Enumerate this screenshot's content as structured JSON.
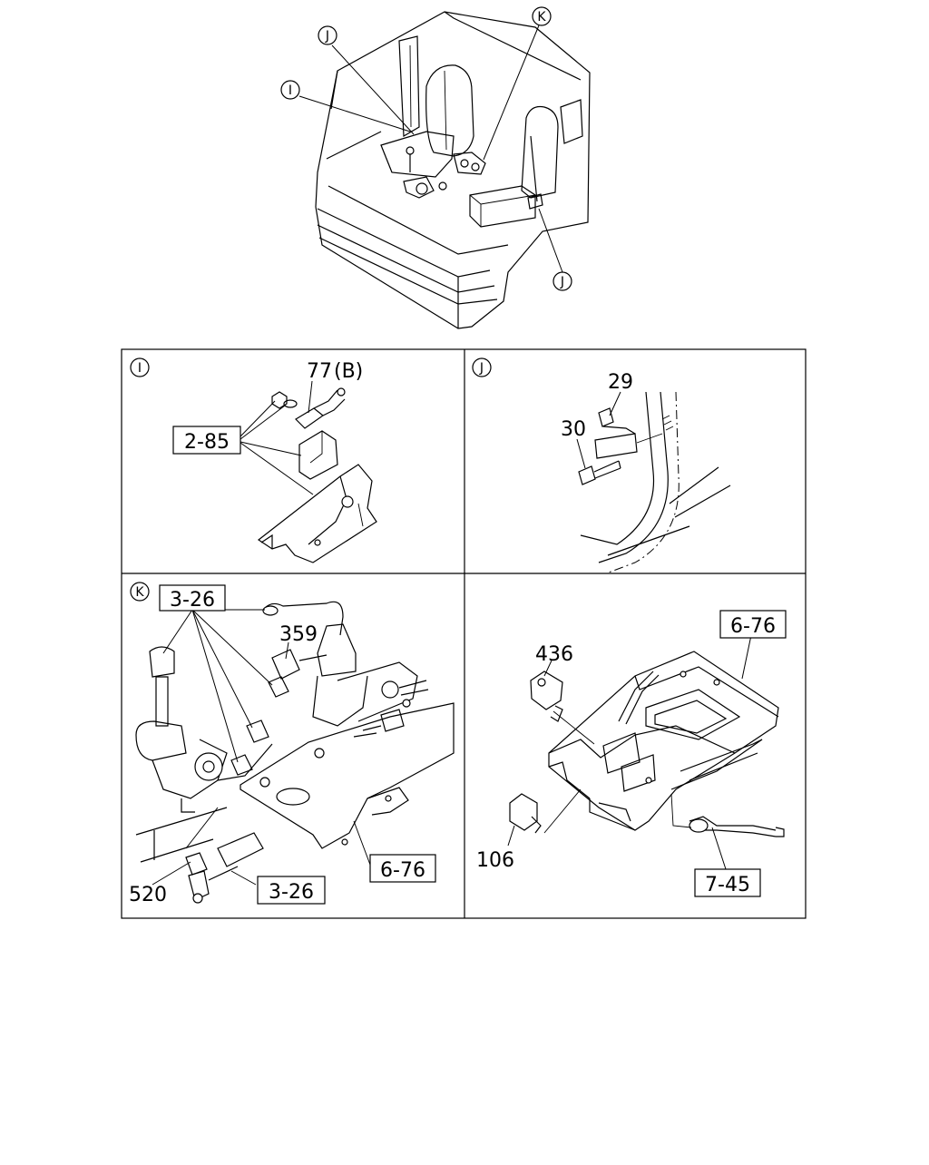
{
  "overview": {
    "callouts": [
      "J",
      "K",
      "I",
      "J"
    ]
  },
  "panels": {
    "I": {
      "letter": "I",
      "part_77": "77",
      "part_77_suffix": "(B)",
      "ref_box": "2-85"
    },
    "J": {
      "letter": "J",
      "part_29": "29",
      "part_30": "30"
    },
    "K": {
      "letter": "K",
      "ref_box_top": "3-26",
      "part_359": "359",
      "ref_box_mid": "6-76",
      "part_520": "520",
      "ref_box_bottom": "3-26"
    },
    "L": {
      "ref_box_top": "6-76",
      "part_436": "436",
      "part_106": "106",
      "ref_box_bottom": "7-45"
    }
  }
}
